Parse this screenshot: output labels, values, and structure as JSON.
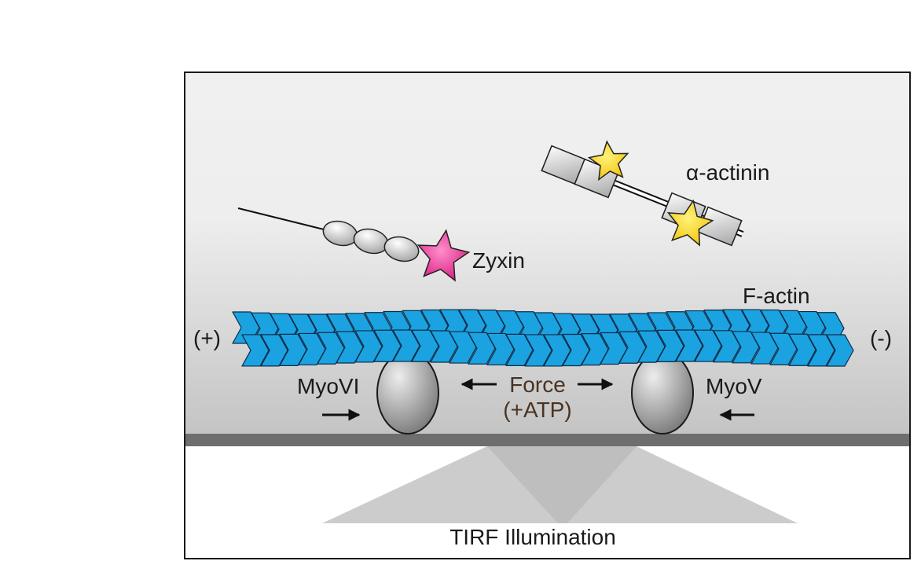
{
  "labels": {
    "zyxin": "Zyxin",
    "alpha_actinin": "α-actinin",
    "f_actin": "F-actin",
    "plus_end": "(+)",
    "minus_end": "(-)",
    "myo_vi": "MyoVI",
    "myo_v": "MyoV",
    "force": "Force",
    "atp": "(+ATP)",
    "tirf": "TIRF Illumination"
  },
  "colors": {
    "actin": "#1aa3e0",
    "zyxin_star": "#e0258b",
    "actinin_star": "#ffd21a",
    "force_text": "#4a3322",
    "surface": "#6e6e6e",
    "motor": "#8a8a8a",
    "light_beam": "#b9b9b9"
  }
}
